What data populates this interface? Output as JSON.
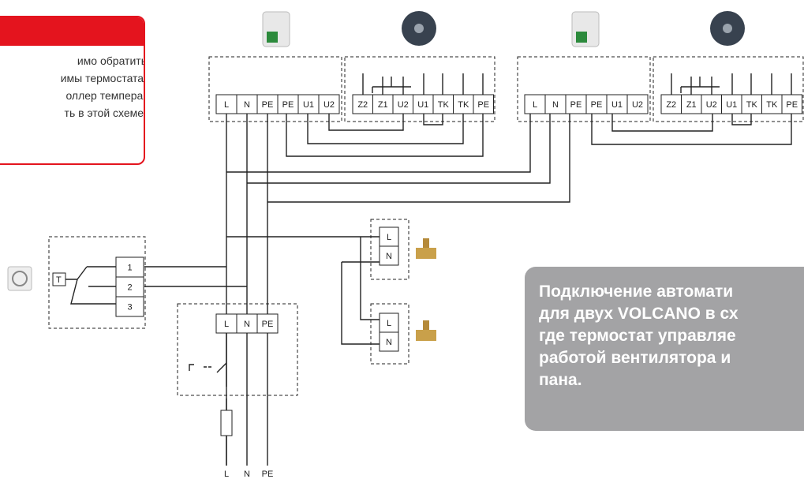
{
  "note": {
    "text": "имо обратить\nимы термостата.\nоллер темпера-\nть в этой схеме."
  },
  "caption": {
    "text": "Подключение автомати\nдля двух VOLCANO в сх\nгде термостат управляе\nработой вентилятора и\nпана."
  },
  "controller_terminals": [
    "L",
    "N",
    "PE",
    "PE",
    "U1",
    "U2"
  ],
  "fan_terminals": [
    "Z2",
    "Z1",
    "U2",
    "U1",
    "TK",
    "TK",
    "PE"
  ],
  "thermostat": {
    "label": "T",
    "terminals": [
      "1",
      "2",
      "3"
    ]
  },
  "valve_terminals": [
    "L",
    "N"
  ],
  "switch_terminals": [
    "L",
    "N",
    "PE"
  ],
  "supply_labels": [
    "L",
    "N",
    "PE"
  ],
  "icons": {
    "controller": "speed-controller-icon",
    "fan": "fan-icon",
    "valve": "valve-icon",
    "thermostat": "thermostat-icon"
  }
}
